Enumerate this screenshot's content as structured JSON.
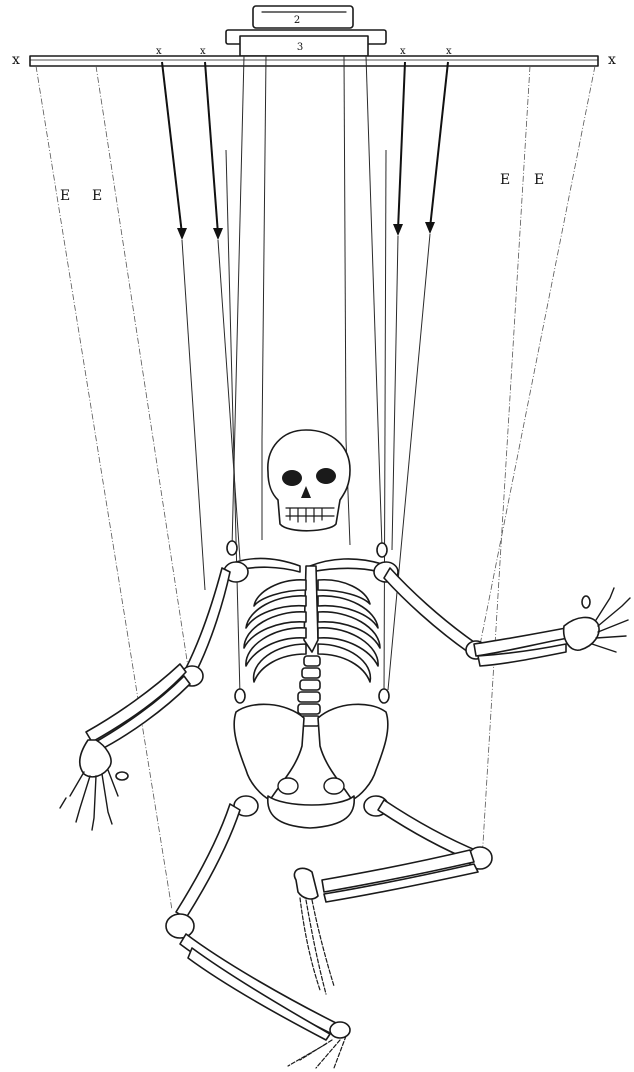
{
  "labels": {
    "bar_end_left": "x",
    "bar_end_right": "x",
    "crossbar_top_number": "2",
    "crossbar_middle_number": "3",
    "string_marks": [
      "x",
      "x",
      "x",
      "x"
    ],
    "string_letters": [
      "E",
      "E",
      "E",
      "E"
    ]
  }
}
